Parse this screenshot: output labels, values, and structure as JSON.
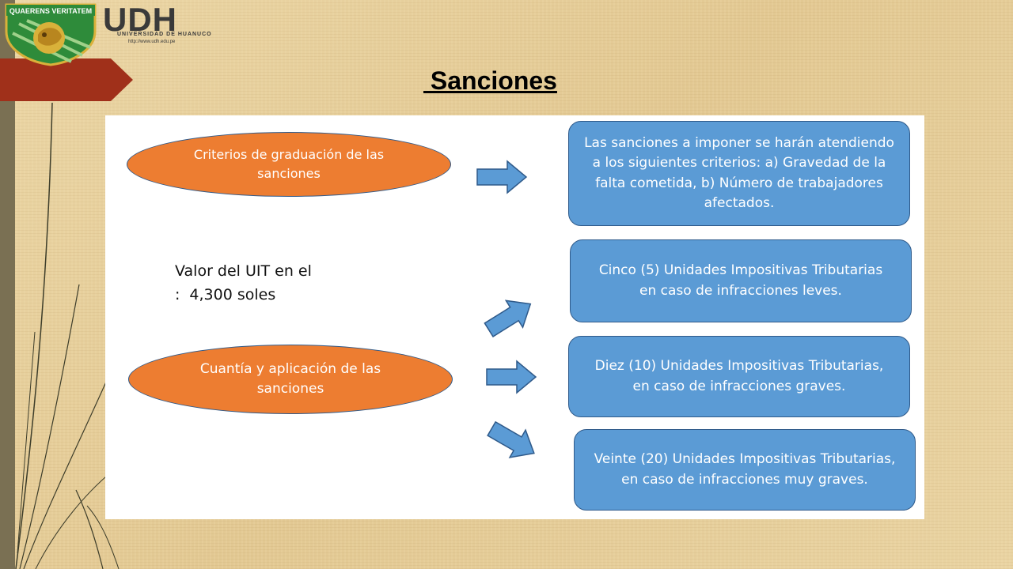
{
  "header": {
    "logo_motto": "QUAERENS VERITATEM",
    "brand_name": "UDH",
    "brand_subtitle": "UNIVERSIDAD DE HUANUCO",
    "brand_url": "http://www.udh.edu.pe"
  },
  "slide": {
    "title": " Sanciones"
  },
  "diagram": {
    "ovals": [
      {
        "label": "Criterios de graduación de las sanciones"
      },
      {
        "label": "Cuantía y aplicación de las sanciones"
      }
    ],
    "uit_note": {
      "line1": "Valor del UIT en el",
      "colon": ":",
      "value": "4,300 soles"
    },
    "boxes": [
      {
        "text": "Las sanciones a imponer se harán atendiendo a los siguientes criterios: a) Gravedad de la falta cometida, b) Número de trabajadores afectados."
      },
      {
        "text": "Cinco (5) Unidades Impositivas Tributarias en caso de infracciones leves."
      },
      {
        "text": "Diez (10) Unidades Impositivas Tributarias, en caso de infracciones graves."
      },
      {
        "text": "Veinte (20) Unidades Impositivas Tributarias, en caso de infracciones muy graves."
      }
    ]
  },
  "colors": {
    "oval_fill": "#ed7d31",
    "box_fill": "#5b9bd5",
    "accent_tab": "#a0301a",
    "logo_green": "#2e8b3a",
    "logo_gold": "#d9b13a"
  }
}
